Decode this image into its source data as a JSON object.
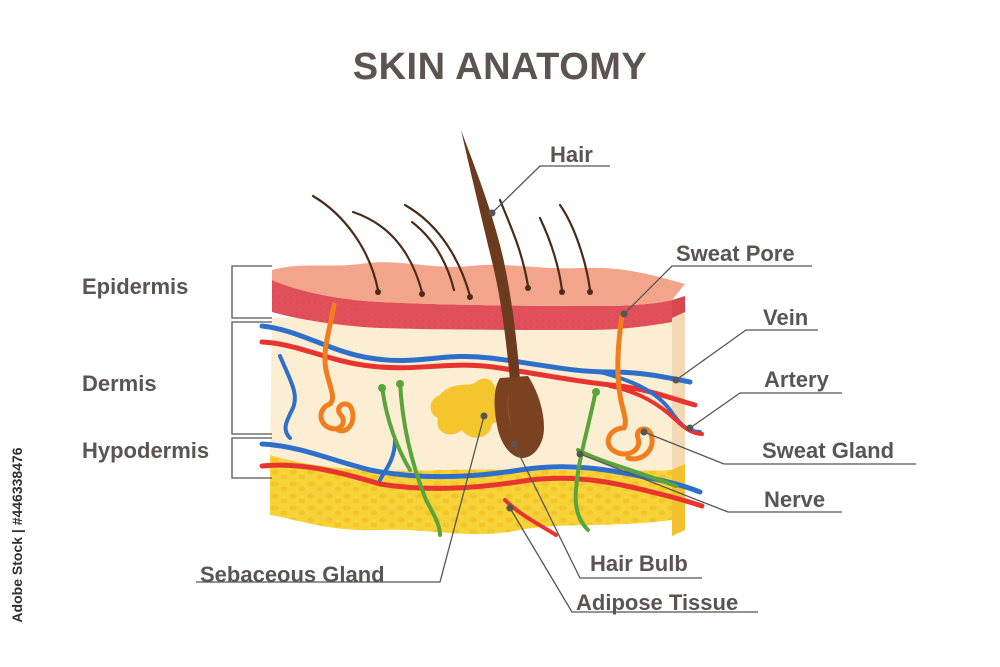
{
  "title": "SKIN ANATOMY",
  "labels": {
    "hair": "Hair",
    "sweat_pore": "Sweat Pore",
    "vein": "Vein",
    "artery": "Artery",
    "sweat_gland": "Sweat Gland",
    "nerve": "Nerve",
    "hair_bulb": "Hair Bulb",
    "adipose_tissue": "Adipose Tissue",
    "sebaceous_gland": "Sebaceous Gland",
    "epidermis": "Epidermis",
    "dermis": "Dermis",
    "hypodermis": "Hypodermis"
  },
  "watermark": "Adobe Stock | #446338476",
  "colors": {
    "text": "#5b5450",
    "leader_line": "#555555",
    "epidermis_top": "#f2a58a",
    "epidermis_band": "#e0505a",
    "dermis": "#fbeed3",
    "hypodermis": "#f7d33a",
    "fat_cell": "#fbe36a",
    "artery": "#e8342f",
    "vein": "#2f6fcc",
    "nerve": "#5aa53a",
    "sweat_gland": "#f07e1f",
    "hair": "#6b3a1f",
    "hair_bulb": "#7a4221",
    "sebaceous": "#f4c52c"
  }
}
